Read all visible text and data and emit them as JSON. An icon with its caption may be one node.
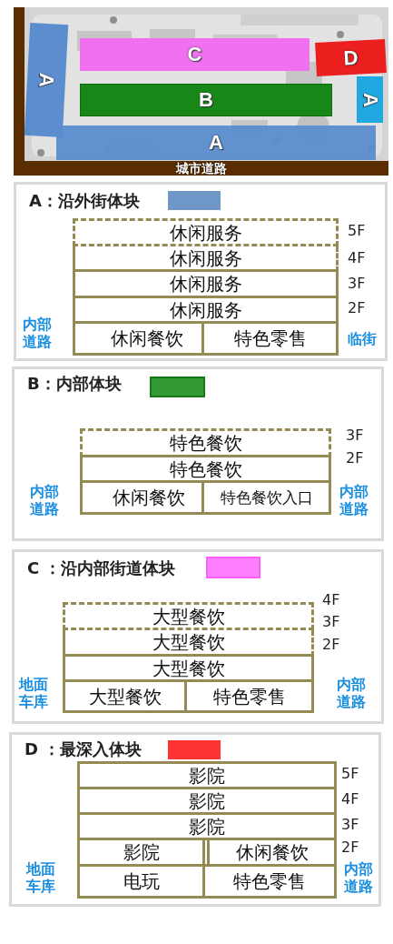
{
  "diagram": {
    "nodes": [
      {
        "text": [
          "A"
        ]
      },
      {
        "text": [
          "C"
        ]
      },
      {
        "text": [
          "D"
        ]
      },
      {
        "text": [
          "B"
        ]
      },
      {
        "text": [
          "A"
        ]
      },
      {
        "text": [
          "A"
        ]
      },
      {
        "text": [
          "城市道路"
        ]
      },
      {
        "text": [],
        "shape": "box"
      },
      {
        "text": [
          "休闲服务"
        ],
        "in": 7,
        "beside": [
          "5F"
        ]
      },
      {
        "text": [
          "休闲服务"
        ],
        "in": 7,
        "beside": [
          "4F"
        ]
      },
      {
        "text": [
          "休闲服务"
        ],
        "in": 7,
        "beside": [
          "3F"
        ]
      },
      {
        "text": [
          "休闲服务"
        ],
        "in": 7,
        "beside": [
          "2F"
        ]
      },
      {
        "text": [
          "休闲餐饮"
        ],
        "in": 7
      },
      {
        "text": [
          "特色零售"
        ],
        "in": 7
      },
      {
        "text": [],
        "shape": "box"
      },
      {
        "text": [
          "特色餐饮"
        ],
        "in": 14,
        "beside": [
          "3F"
        ]
      },
      {
        "text": [
          "特色餐饮"
        ],
        "in": 14,
        "beside": [
          "2F"
        ]
      },
      {
        "text": [
          "休闲餐饮"
        ],
        "in": 14
      },
      {
        "text": [
          "特色餐饮入口"
        ],
        "in": 14
      },
      {
        "text": [],
        "shape": "box"
      },
      {
        "text": [
          "大型餐饮"
        ],
        "in": 19,
        "beside": [
          "4F",
          "3F"
        ]
      },
      {
        "text": [
          "大型餐饮"
        ],
        "in": 19,
        "beside": [
          "2F"
        ]
      },
      {
        "text": [
          "大型餐饮"
        ],
        "in": 19
      },
      {
        "text": [
          "大型餐饮"
        ],
        "in": 19
      },
      {
        "text": [
          "特色零售"
        ],
        "in": 19
      },
      {
        "text": [],
        "shape": "box"
      },
      {
        "text": [
          "影院"
        ],
        "in": 25,
        "beside": [
          "5F"
        ]
      },
      {
        "text": [
          "影院"
        ],
        "in": 25,
        "beside": [
          "4F"
        ]
      },
      {
        "text": [
          "影院"
        ],
        "in": 25,
        "beside": [
          "3F"
        ]
      },
      {
        "text": [
          "影院"
        ],
        "in": 25
      },
      {
        "text": [
          "休闲餐饮"
        ],
        "in": 25,
        "beside": [
          "2F"
        ]
      },
      {
        "text": [
          "电玩"
        ],
        "in": 25
      },
      {
        "text": [
          "特色零售"
        ],
        "in": 25
      }
    ],
    "labels": [
      "内部道路",
      "临街",
      "内部道路",
      "内部道路",
      "地面车库",
      "内部道路",
      "地面车库",
      "内部道路"
    ],
    "legend": [
      {
        "text": "A：沿外街体块",
        "color": "#6f98c9"
      },
      {
        "text": "B：内部体块",
        "color": "#339933"
      },
      {
        "text": "C ：沿内部街道体块",
        "color": "#ff80ff"
      },
      {
        "text": "D ：最深入体块",
        "color": "#ff3333"
      }
    ]
  }
}
